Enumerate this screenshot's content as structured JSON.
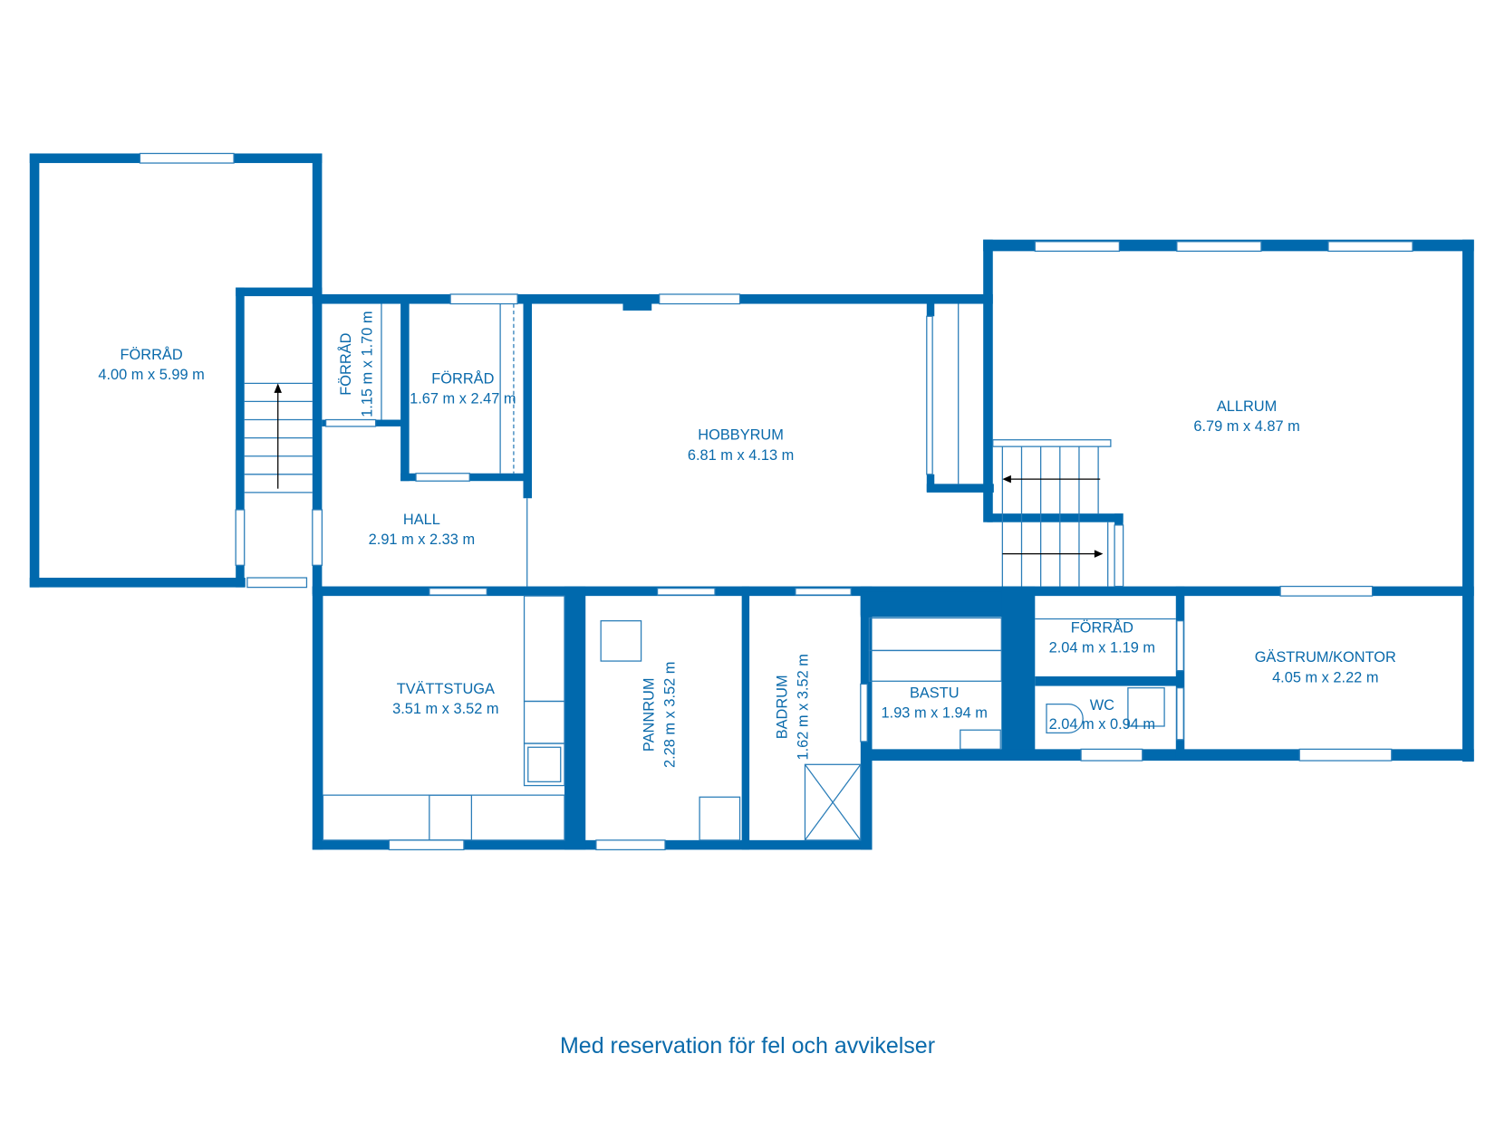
{
  "plan": {
    "wall_color": "#0069ad",
    "text_color": "#0a6aab",
    "rooms": [
      {
        "name": "FÖRRÅD",
        "size": "4.00 m x 5.99 m"
      },
      {
        "name": "FÖRRÅD",
        "size": "1.15 m x 1.70 m"
      },
      {
        "name": "FÖRRÅD",
        "size": "1.67 m x 2.47 m"
      },
      {
        "name": "HALL",
        "size": "2.91 m x 2.33 m"
      },
      {
        "name": "HOBBYRUM",
        "size": "6.81 m x 4.13 m"
      },
      {
        "name": "ALLRUM",
        "size": "6.79 m x 4.87 m"
      },
      {
        "name": "TVÄTTSTUGA",
        "size": "3.51 m x 3.52 m"
      },
      {
        "name": "PANNRUM",
        "size": "2.28 m x 3.52 m"
      },
      {
        "name": "BADRUM",
        "size": "1.62 m x 3.52 m"
      },
      {
        "name": "BASTU",
        "size": "1.93 m x 1.94 m"
      },
      {
        "name": "FÖRRÅD",
        "size": "2.04 m x 1.19 m"
      },
      {
        "name": "WC",
        "size": "2.04 m x 0.94 m"
      },
      {
        "name": "GÄSTRUM/KONTOR",
        "size": "4.05 m x 2.22 m"
      }
    ]
  },
  "footer": {
    "disclaimer": "Med reservation för fel och avvikelser"
  }
}
